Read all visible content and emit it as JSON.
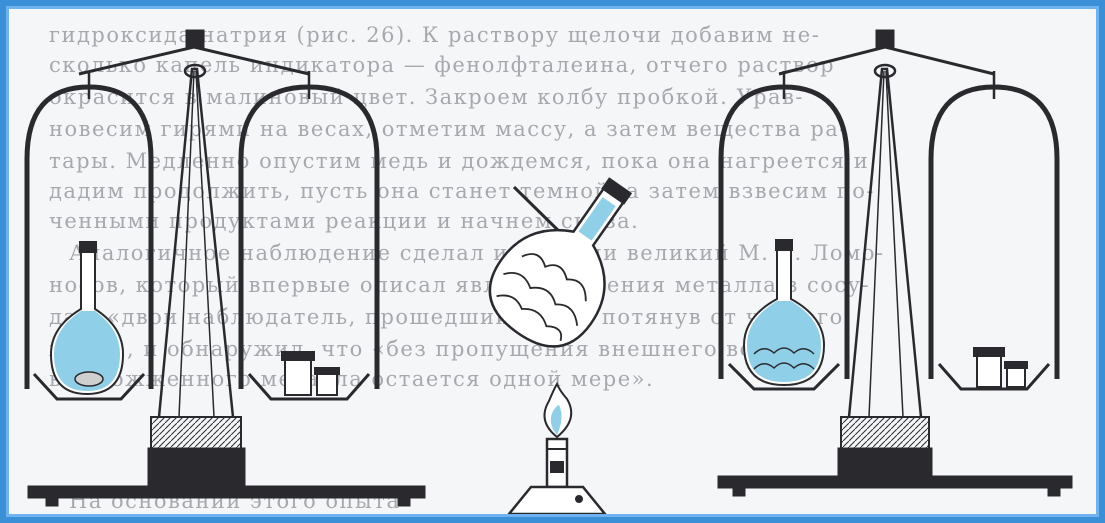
{
  "book_text": [
    "гидроксида натрия (рис. 26). К раствору щелочи добавим не-",
    "сколько капель индикатора — фенолфталеина, отчего раствор",
    "окрасится в малиновый цвет. Закроем колбу пробкой. Урав-",
    "новесим гирями на весах, отметим массу, а затем вещества ра-",
    "тары. Медленно опустим медь и дождемся, пока она нагреется и",
    "дадим продолжить, пусть она станет темной, а затем взвесим по-",
    "ченными продуктами реакции и начнем снова.",
    "Аналогичное наблюдение сделал и в жизни великий М. В. Ломо-",
    "носов, который впервые описал явление горения металла в сосу-",
    "дах, «двои наблюдатель, прошедший их, не потянув от чистого",
    "жару», и обнаружил, что «без пропущения внешнего воздуха",
    "вес сожженного металла остается одной мере».",
    "На основании этого опыта"
  ],
  "figure_colors": {
    "ink": "#2a2a2e",
    "liquid": "#8fd0e8",
    "glass": "#ffffff"
  }
}
